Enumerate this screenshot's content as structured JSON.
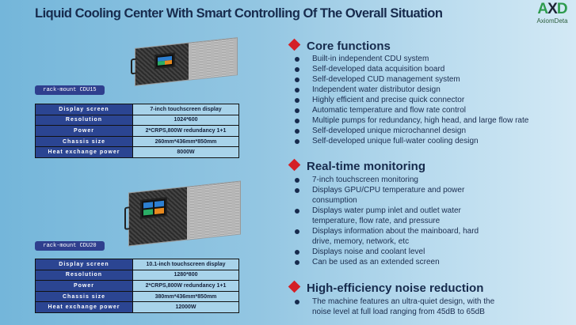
{
  "title": "Liquid Cooling Center With Smart Controlling Of The Overall Situation",
  "logo": {
    "mark": "AXD",
    "text": "AxiomDeta"
  },
  "products": [
    {
      "tag": "rack-mount CDU15",
      "rows": [
        {
          "label": "Display screen",
          "value": "7-inch touchscreen display"
        },
        {
          "label": "Resolution",
          "value": "1024*600"
        },
        {
          "label": "Power",
          "value": "2*CRPS,800W redundancy 1+1"
        },
        {
          "label": "Chassis size",
          "value": "260mm*436mm*850mm"
        },
        {
          "label": "Heat exchange power",
          "value": "8000W"
        }
      ]
    },
    {
      "tag": "rack-mount CDU20",
      "rows": [
        {
          "label": "Display screen",
          "value": "10.1-inch touchscreen display"
        },
        {
          "label": "Resolution",
          "value": "1280*800"
        },
        {
          "label": "Power",
          "value": "2*CRPS,800W redundancy 1+1"
        },
        {
          "label": "Chassis size",
          "value": "380mm*436mm*850mm"
        },
        {
          "label": "Heat exchange power",
          "value": "12000W"
        }
      ]
    }
  ],
  "sections": [
    {
      "heading": "Core functions",
      "items": [
        "Built-in independent CDU system",
        "Self-developed data acquisition board",
        "Self-developed  CUD management system",
        "Independent water distributor design",
        "Highly efficient and precise quick connector",
        "Automatic temperature and flow rate control",
        "Multiple pumps for redundancy, high head, and large flow rate",
        "Self-developed unique microchannel design",
        "Self-developed unique full-water cooling design"
      ]
    },
    {
      "heading": "Real-time monitoring",
      "items": [
        "7-inch touchscreen monitoring",
        "Displays GPU/CPU temperature and power",
        "consumption",
        "Displays water pump inlet and outlet water",
        "temperature, flow rate, and pressure",
        "Displays information about the mainboard, hard",
        "drive, memory, network, etc",
        "Displays noise and coolant level",
        "Can be used as an extended screen"
      ]
    },
    {
      "heading": "High-efficiency noise reduction",
      "items": [
        "The machine features an ultra-quiet design, with the",
        "noise level at full load ranging from 45dB to 65dB"
      ]
    }
  ],
  "bullets": {
    "1": [
      1,
      1,
      1,
      1,
      1,
      1,
      1,
      1,
      1
    ],
    "2": [
      1,
      1,
      0,
      1,
      0,
      1,
      0,
      1,
      1
    ],
    "3": [
      1,
      0
    ]
  },
  "colors": {
    "accent": "#d42027",
    "table_header": "#2b4592",
    "table_cell": "#a8d3ea"
  }
}
